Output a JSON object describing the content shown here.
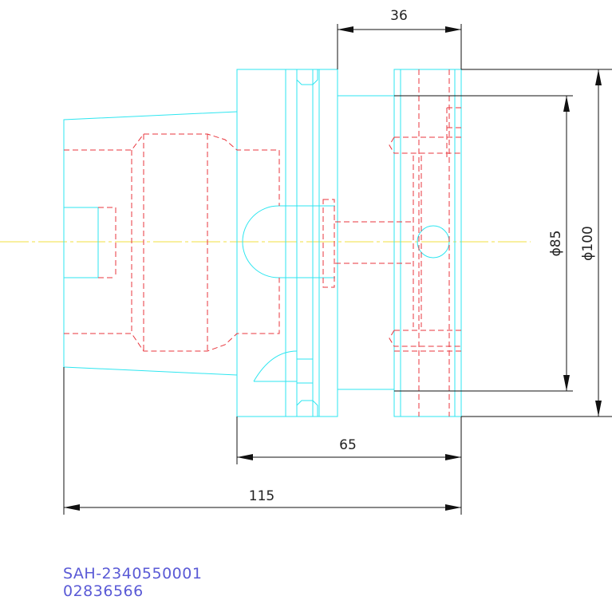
{
  "colors": {
    "outline": "#2ee6f0",
    "hidden": "#e8343c",
    "center": "#f0e040",
    "dimension": "#111111",
    "label": "#5a5ad6"
  },
  "dimensions": {
    "top_width": "36",
    "small_diameter": "ϕ85",
    "large_diameter": "ϕ100",
    "flange_length": "65",
    "overall_length": "115"
  },
  "part": {
    "code": "SAH-2340550001",
    "number": "02836566"
  }
}
